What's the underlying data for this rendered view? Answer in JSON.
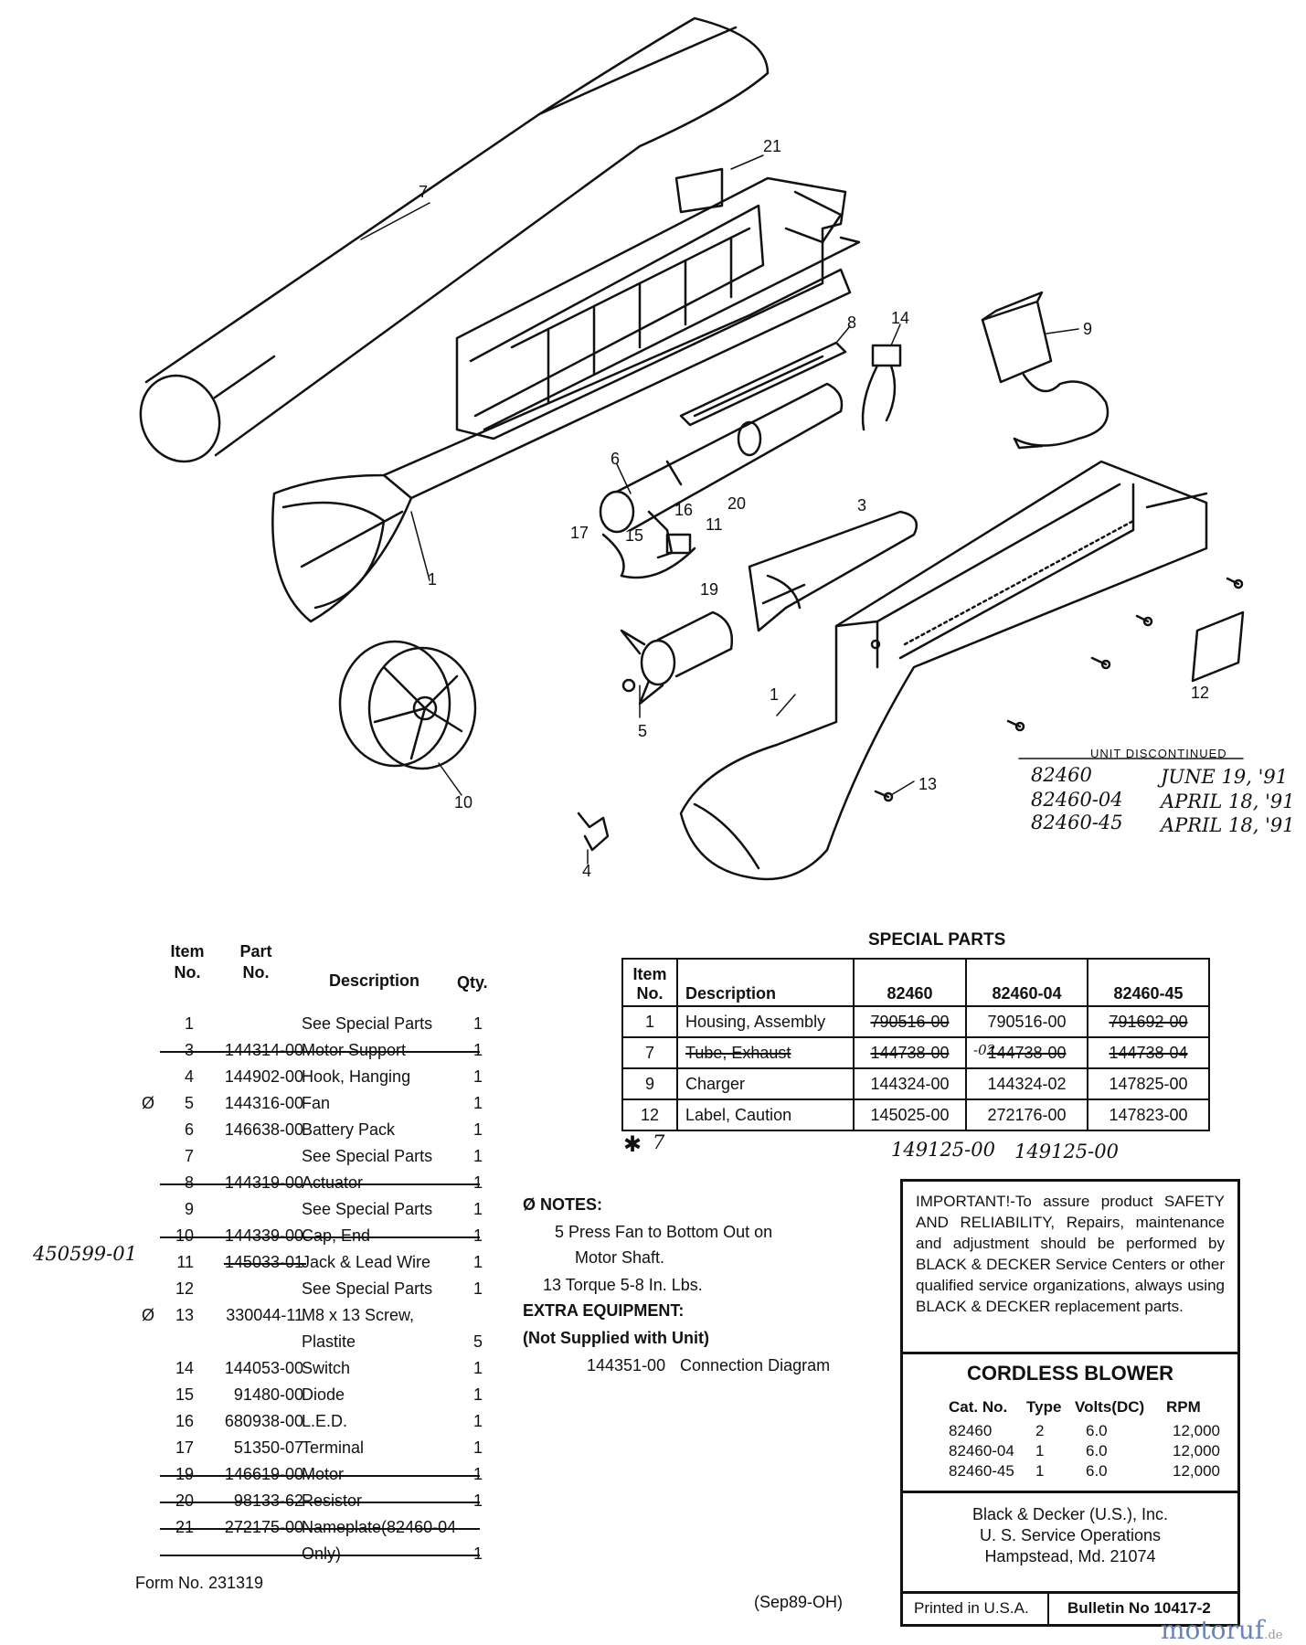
{
  "callouts": [
    "7",
    "21",
    "8",
    "14",
    "9",
    "6",
    "20",
    "16",
    "11",
    "17",
    "15",
    "3",
    "19",
    "1",
    "1",
    "5",
    "10",
    "12",
    "13",
    "4"
  ],
  "unit_discontinued": {
    "heading": "UNIT  DISCONTINUED",
    "rows": [
      {
        "unit": "82460",
        "date": "JUNE 19, '91"
      },
      {
        "unit": "82460-04",
        "date": "APRIL 18, '91"
      },
      {
        "unit": "82460-45",
        "date": "APRIL 18, '91"
      }
    ]
  },
  "parts_list": {
    "headers": {
      "item": "Item No.",
      "part": "Part No.",
      "description": "Description",
      "qty": "Qty."
    },
    "rows": [
      {
        "sym": "",
        "item": "1",
        "part": "",
        "desc": "See Special Parts",
        "qty": "1",
        "struck": false
      },
      {
        "sym": "",
        "item": "3",
        "part": "144314-00",
        "desc": "Motor Support",
        "qty": "1",
        "struck": true
      },
      {
        "sym": "",
        "item": "4",
        "part": "144902-00",
        "desc": "Hook, Hanging",
        "qty": "1",
        "struck": false
      },
      {
        "sym": "Ø",
        "item": "5",
        "part": "144316-00",
        "desc": "Fan",
        "qty": "1",
        "struck": false
      },
      {
        "sym": "",
        "item": "6",
        "part": "146638-00",
        "desc": "Battery Pack",
        "qty": "1",
        "struck": false
      },
      {
        "sym": "",
        "item": "7",
        "part": "",
        "desc": "See Special Parts",
        "qty": "1",
        "struck": false
      },
      {
        "sym": "",
        "item": "8",
        "part": "144319-00",
        "desc": "Actuator",
        "qty": "1",
        "struck": true
      },
      {
        "sym": "",
        "item": "9",
        "part": "",
        "desc": "See Special Parts",
        "qty": "1",
        "struck": false
      },
      {
        "sym": "",
        "item": "10",
        "part": "144339-00",
        "desc": "Cap, End",
        "qty": "1",
        "struck": true
      },
      {
        "sym": "",
        "item": "11",
        "part": "145033-01",
        "desc": "Jack & Lead Wire",
        "qty": "1",
        "struck": false,
        "part_struck": true
      },
      {
        "sym": "",
        "item": "12",
        "part": "",
        "desc": "See Special Parts",
        "qty": "1",
        "struck": false
      },
      {
        "sym": "Ø",
        "item": "13",
        "part": "330044-11",
        "desc": "M8 x 13 Screw,",
        "qty": "",
        "struck": false
      },
      {
        "sym": "",
        "item": "",
        "part": "",
        "desc": "Plastite",
        "qty": "5",
        "struck": false
      },
      {
        "sym": "",
        "item": "14",
        "part": "144053-00",
        "desc": "Switch",
        "qty": "1",
        "struck": false
      },
      {
        "sym": "",
        "item": "15",
        "part": "91480-00",
        "desc": "Diode",
        "qty": "1",
        "struck": false
      },
      {
        "sym": "",
        "item": "16",
        "part": "680938-00",
        "desc": "L.E.D.",
        "qty": "1",
        "struck": false
      },
      {
        "sym": "",
        "item": "17",
        "part": "51350-07",
        "desc": "Terminal",
        "qty": "1",
        "struck": false
      },
      {
        "sym": "",
        "item": "19",
        "part": "146619-00",
        "desc": "Motor",
        "qty": "1",
        "struck": true
      },
      {
        "sym": "",
        "item": "20",
        "part": "98133-62",
        "desc": "Resistor",
        "qty": "1",
        "struck": true
      },
      {
        "sym": "",
        "item": "21",
        "part": "272175-00",
        "desc": "Nameplate(82460-04",
        "qty": "",
        "struck": true
      },
      {
        "sym": "",
        "item": "",
        "part": "",
        "desc": "Only)",
        "qty": "1",
        "struck": true
      }
    ],
    "handwritten_part_11": "450599-01"
  },
  "special_parts": {
    "title": "SPECIAL PARTS",
    "headers": [
      "Item No.",
      "Description",
      "82460",
      "82460-04",
      "82460-45"
    ],
    "rows": [
      {
        "item": "1",
        "desc": "Housing, Assembly",
        "v1": "790516-00",
        "v2": "790516-00",
        "v3": "791692-00",
        "s1": true,
        "s2": false,
        "s3": true
      },
      {
        "item": "7",
        "desc": "Tube, Exhaust",
        "v1": "144738-00",
        "v2": "144738-00",
        "v3": "144738-04",
        "s1": true,
        "s2": true,
        "s3": true
      },
      {
        "item": "9",
        "desc": "Charger",
        "v1": "144324-00",
        "v2": "144324-02",
        "v3": "147825-00",
        "s1": false,
        "s2": false,
        "s3": false
      },
      {
        "item": "12",
        "desc": "Label, Caution",
        "v1": "145025-00",
        "v2": "272176-00",
        "v3": "147823-00",
        "s1": false,
        "s2": false,
        "s3": false
      }
    ],
    "handwritten": {
      "star": "✱",
      "item": "7",
      "v1": "149125-00",
      "v2": "149125-00",
      "mod": "-02"
    }
  },
  "notes": {
    "heading": "Ø NOTES:",
    "n1a": "5  Press Fan to Bottom Out on",
    "n1b": "Motor Shaft.",
    "n2": "13  Torque 5-8 In. Lbs.",
    "extra_heading": "EXTRA EQUIPMENT:",
    "extra_sub": "(Not Supplied with Unit)",
    "extra_part": "144351-00",
    "extra_desc": "Connection Diagram"
  },
  "important": "IMPORTANT!-To assure product SAFETY AND RELIABILITY, Repairs, maintenance and adjustment should be performed by BLACK & DECKER Service Centers or other qualified service organizations, always using BLACK & DECKER replacement parts.",
  "blower": {
    "title": "CORDLESS BLOWER",
    "headers": [
      "Cat. No.",
      "Type",
      "Volts(DC)",
      "RPM"
    ],
    "rows": [
      [
        "82460",
        "2",
        "6.0",
        "12,000"
      ],
      [
        "82460-04",
        "1",
        "6.0",
        "12,000"
      ],
      [
        "82460-45",
        "1",
        "6.0",
        "12,000"
      ]
    ]
  },
  "address": [
    "Black & Decker (U.S.), Inc.",
    "U. S. Service Operations",
    "Hampstead, Md. 21074"
  ],
  "printed": "Printed in U.S.A.",
  "bulletin": "Bulletin No 10417-2",
  "form_no": "Form  No.  231319",
  "date_code": "(Sep89-OH)",
  "logo": "motoruf",
  "logo_tld": ".de"
}
